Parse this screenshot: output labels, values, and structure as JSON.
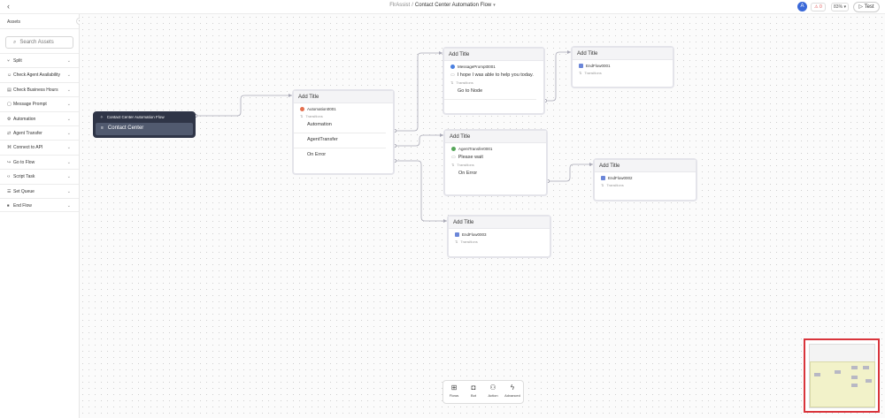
{
  "topbar": {
    "back_icon": "chevron-left-icon",
    "breadcrumb_parent": "FlrAssist",
    "breadcrumb_sep": "/",
    "breadcrumb_current": "Contact Center Automation Flow",
    "breadcrumb_caret": "▾",
    "avatar": "A",
    "warning_count": "0",
    "zoom": "83%",
    "test_label": "Test"
  },
  "sidebar": {
    "title": "Assets",
    "collapse_icon": "‹",
    "search_placeholder": "Search Assets",
    "items": [
      {
        "label": "Split",
        "icon": "split-icon"
      },
      {
        "label": "Check Agent Availability",
        "icon": "agent-check-icon"
      },
      {
        "label": "Check Business Hours",
        "icon": "calendar-icon"
      },
      {
        "label": "Message Prompt",
        "icon": "message-icon"
      },
      {
        "label": "Automation",
        "icon": "automation-icon"
      },
      {
        "label": "Agent Transfer",
        "icon": "agent-transfer-icon"
      },
      {
        "label": "Connect to API",
        "icon": "api-icon"
      },
      {
        "label": "Go to Flow",
        "icon": "flow-icon"
      },
      {
        "label": "Script Task",
        "icon": "script-icon"
      },
      {
        "label": "Set Queue",
        "icon": "queue-icon"
      },
      {
        "label": "End Flow",
        "icon": "end-flow-icon"
      }
    ]
  },
  "start_node": {
    "title": "Contact Center Automation Flow",
    "sub": "Contact Center"
  },
  "nodes": {
    "automation": {
      "title": "Add Title",
      "step": "Automation0001",
      "transitions_label": "Transitions",
      "transitions": [
        "Automation",
        "AgentTransfer",
        "On Error"
      ]
    },
    "message": {
      "title": "Add Title",
      "step": "MessagePrompt0001",
      "message": "I hope I was able to help you today.",
      "transitions_label": "Transitions",
      "transitions": [
        "Go to Node"
      ]
    },
    "agent": {
      "title": "Add Title",
      "step": "AgentTransfer0001",
      "message": "Please wait",
      "transitions_label": "Transitions",
      "transitions": [
        "On Error"
      ]
    },
    "end1": {
      "title": "Add Title",
      "step": "EndFlow0001",
      "transitions_label": "Transitions"
    },
    "end2": {
      "title": "Add Title",
      "step": "EndFlow0002",
      "transitions_label": "Transitions"
    },
    "end3": {
      "title": "Add Title",
      "step": "EndFlow0003",
      "transitions_label": "Transitions"
    }
  },
  "toolbar": {
    "flows": "Flows",
    "bot": "Bot",
    "action": "Action",
    "advanced": "Advanced"
  },
  "colors": {
    "accent": "#3a68d8",
    "start_node_bg": "#2f3547",
    "minimap_border": "#d9343b"
  }
}
